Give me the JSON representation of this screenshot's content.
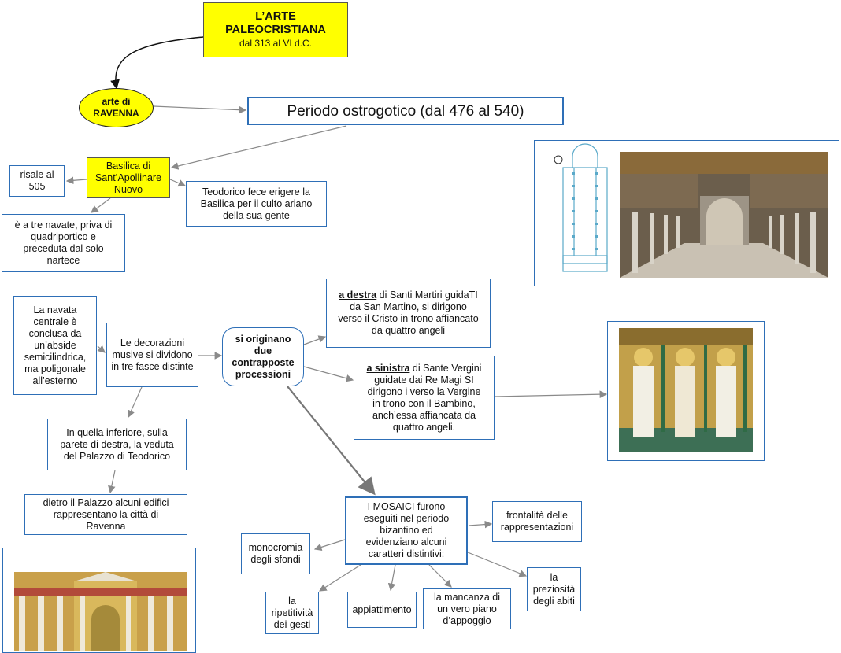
{
  "title": {
    "line1": "L’ARTE",
    "line2": "PALEOCRISTIANA",
    "sub": "dal 313 al VI d.C."
  },
  "ravenna": {
    "line1": "arte di",
    "line2": "RAVENNA"
  },
  "periodo": "Periodo ostrogotico (dal 476 al 540)",
  "basilica": {
    "line1": "Basilica di",
    "line2": "Sant’Apollinare",
    "line3": "Nuovo"
  },
  "risale": {
    "line1": "risale al",
    "line2": "505"
  },
  "teodorico": {
    "line1": "Teodorico fece erigere la",
    "line2": "Basilica per il culto ariano",
    "line3": "della sua gente"
  },
  "navate": {
    "line1": "è a tre navate, priva di",
    "line2": "quadriportico e",
    "line3": "preceduta dal solo",
    "line4": "nartece"
  },
  "navata": {
    "line1": "La navata",
    "line2": "centrale è",
    "line3": "conclusa da",
    "line4": "un’abside",
    "line5": "semicilindrica,",
    "line6": "ma poligonale",
    "line7": "all’esterno"
  },
  "decorazioni": {
    "line1": "Le decorazioni",
    "line2": "musive si dividono",
    "line3": "in tre fasce distinte"
  },
  "processioni": {
    "line1": "si  originano",
    "line2": "due",
    "line3": "contrapposte",
    "line4": "processioni"
  },
  "destra": {
    "key": "a destra",
    "line1": " di Santi Martiri guidaTI",
    "line2": "da San Martino,  si dirigono",
    "line3": "verso il Cristo in trono affiancato",
    "line4": "da quattro angeli"
  },
  "sinistra": {
    "key": "a sinistra",
    "line1": " di Sante Vergini",
    "line2": "guidate dai Re Magi SI",
    "line3": "dirigono i  verso la Vergine",
    "line4": "in trono con il Bambino,",
    "line5": "anch’essa affiancata da",
    "line6": "quattro angeli."
  },
  "inferiore": {
    "line1": "In quella inferiore, sulla",
    "line2": "parete di destra, la veduta",
    "line3": "del Palazzo di Teodorico"
  },
  "dietro": {
    "line1": "dietro il Palazzo  alcuni edifici",
    "line2": "rappresentano la città di",
    "line3": "Ravenna"
  },
  "mosaici": {
    "line1": "I MOSAICI furono",
    "line2": "eseguiti nel periodo",
    "line3": "bizantino ed",
    "line4": "evidenziano alcuni",
    "line5": "caratteri distintivi:"
  },
  "frontalita": {
    "line1": "frontalità  delle",
    "line2": "rappresentazioni"
  },
  "monocromia": {
    "line1": "monocromia",
    "line2": "degli sfondi"
  },
  "preziosita": {
    "line1": "la",
    "line2": "preziosità",
    "line3": "degli abiti"
  },
  "ripetitivita": {
    "line1": "la",
    "line2": "ripetitività",
    "line3": "dei gesti"
  },
  "appiattimento": "appiattimento",
  "mancanza": {
    "line1": "la mancanza di",
    "line2": "un vero piano",
    "line3": "d’appoggio"
  },
  "colors": {
    "border": "#2e6fb7",
    "yellow": "#ffff00",
    "arrow": "#8a8a8a"
  }
}
